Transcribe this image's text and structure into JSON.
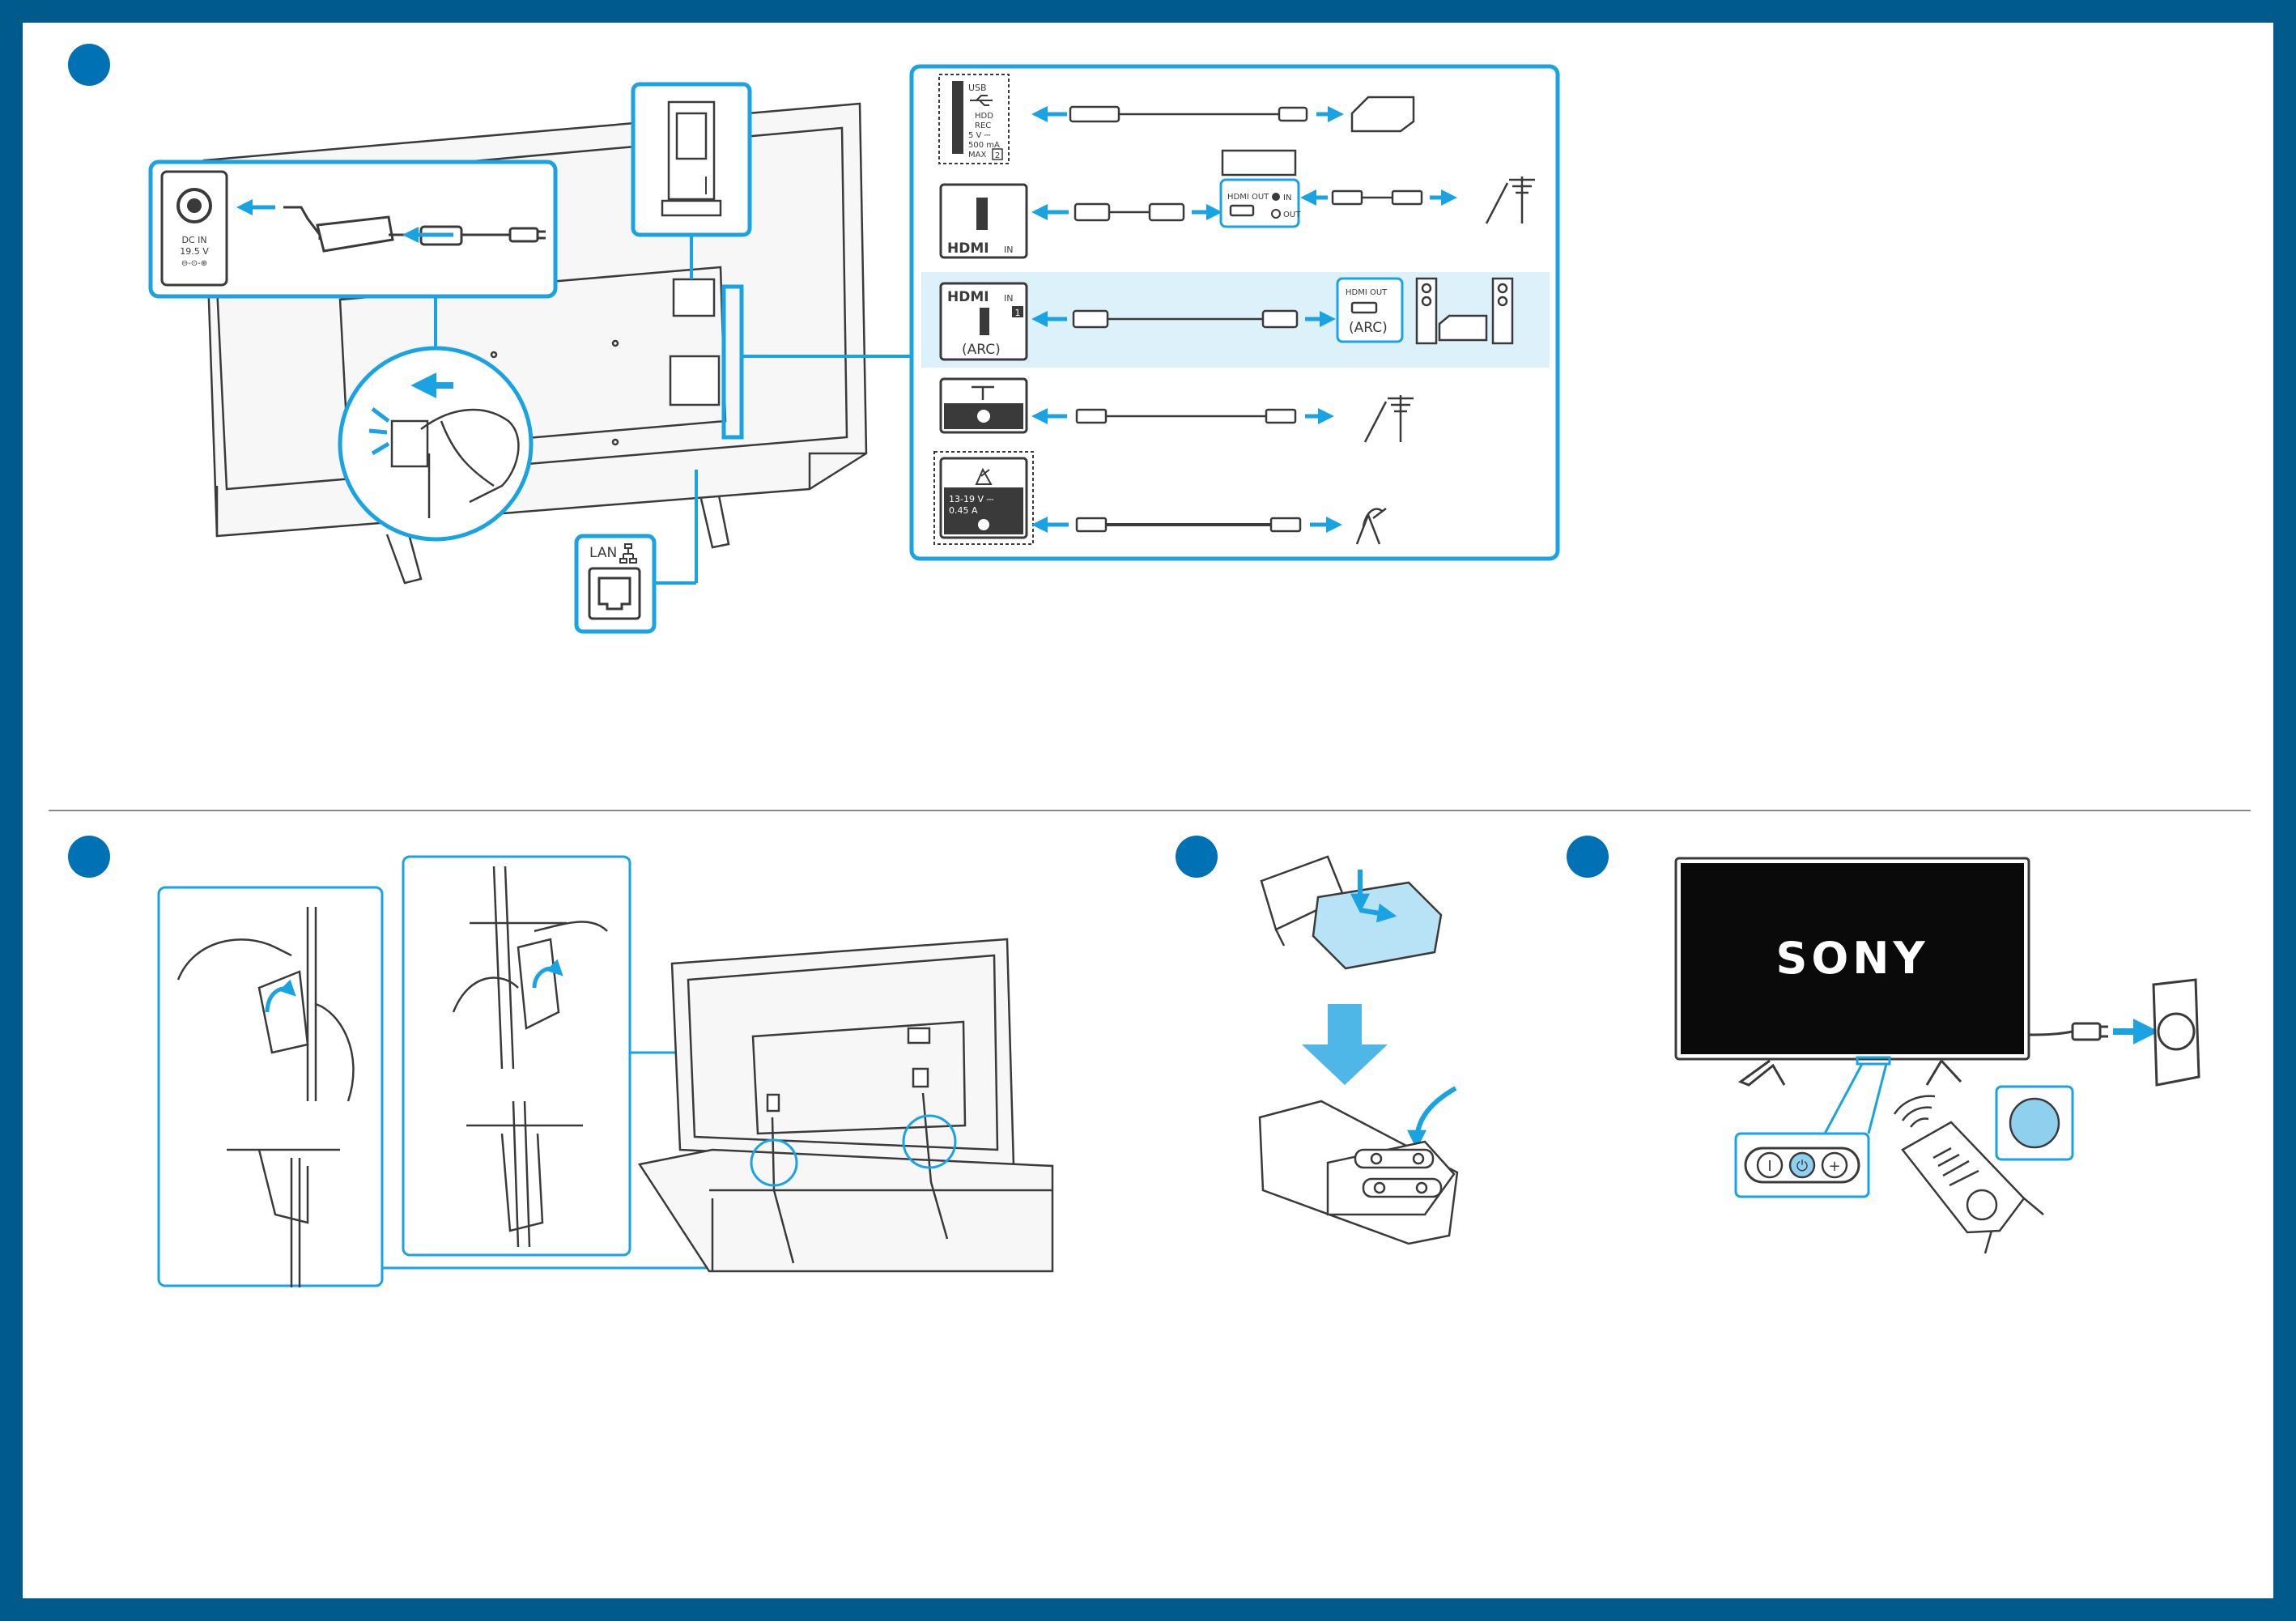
{
  "colors": {
    "frame": "#005b8c",
    "accent": "#1aa3e3",
    "badge": "#0071b5",
    "line": "#3a3a3a",
    "panel_fill": "#ddf1fb"
  },
  "dc_port": {
    "line1": "DC IN",
    "line2": "19.5 V",
    "polarity": "⊖-⊙-⊕"
  },
  "usb_port": {
    "label": "USB",
    "hdd": "HDD",
    "rec": "REC",
    "volt": "5 V ⎓",
    "amp": "500 mA",
    "max": "MAX",
    "num": "2"
  },
  "hdmi_in_2": {
    "logo": "HDMI",
    "suffix": "IN"
  },
  "set_top_box": {
    "hdmi_out": "HDMI OUT",
    "in": "IN",
    "out": "OUT"
  },
  "hdmi_in_1": {
    "logo": "HDMI",
    "suffix": "IN",
    "num": "1",
    "arc": "(ARC)"
  },
  "soundbar": {
    "hdmi_out": "HDMI OUT",
    "arc": "(ARC)"
  },
  "sat_port": {
    "volt": "13-19 V ⎓",
    "amp": "0.45 A"
  },
  "lan_port": {
    "label": "LAN"
  },
  "tv_screen": {
    "brand": "SONY"
  },
  "tv_buttons": {
    "minus": "I",
    "power": "⏻",
    "plus": "+"
  },
  "icons": [
    "usb-icon",
    "antenna-icon",
    "satellite-dish-icon",
    "lan-icon",
    "power-icon",
    "wifi-signal-icon"
  ]
}
